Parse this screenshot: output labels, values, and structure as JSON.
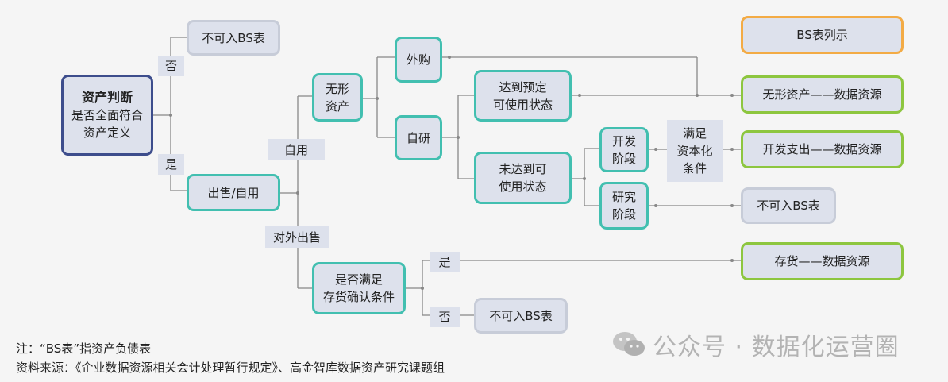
{
  "root": {
    "title": "资产判断",
    "line1": "是否全面符合",
    "line2": "资产定义"
  },
  "edges": {
    "no_root": "否",
    "yes_root": "是",
    "self_use": "自用",
    "external_sale": "对外出售",
    "yes_inventory": "是",
    "no_inventory": "否",
    "satisfy_capitalization": [
      "满足",
      "资本化",
      "条件"
    ]
  },
  "nodes": {
    "not_bs_top": "不可入BS表",
    "sale_self": "出售/自用",
    "intangible": [
      "无形",
      "资产"
    ],
    "outsourced": "外购",
    "self_developed": "自研",
    "reached_usable": [
      "达到预定",
      "可使用状态"
    ],
    "not_reached_usable": [
      "未达到可",
      "使用状态"
    ],
    "development_stage": [
      "开发",
      "阶段"
    ],
    "research_stage": [
      "研究",
      "阶段"
    ],
    "inventory_cond": [
      "是否满足",
      "存货确认条件"
    ],
    "not_bs_bottom": "不可入BS表"
  },
  "outcomes": {
    "header": "BS表列示",
    "intangible_data": "无形资产——数据资源",
    "dev_expense_data": "开发支出——数据资源",
    "not_bs": "不可入BS表",
    "inventory_data": "存货——数据资源"
  },
  "footnote": {
    "note": "注：“BS表”指资产负债表",
    "source": "资料来源：《企业数据资源相关会计处理暂行规定》、高金智库数据资产研究课题组"
  },
  "watermark": "公众号 · 数据化运营圈",
  "colors": {
    "teal": "#42bfb0",
    "navy": "#3d4d8c",
    "green": "#8dc63f",
    "orange": "#f3ab45",
    "gray": "#c7ccd8",
    "fill": "#dde1ec"
  }
}
